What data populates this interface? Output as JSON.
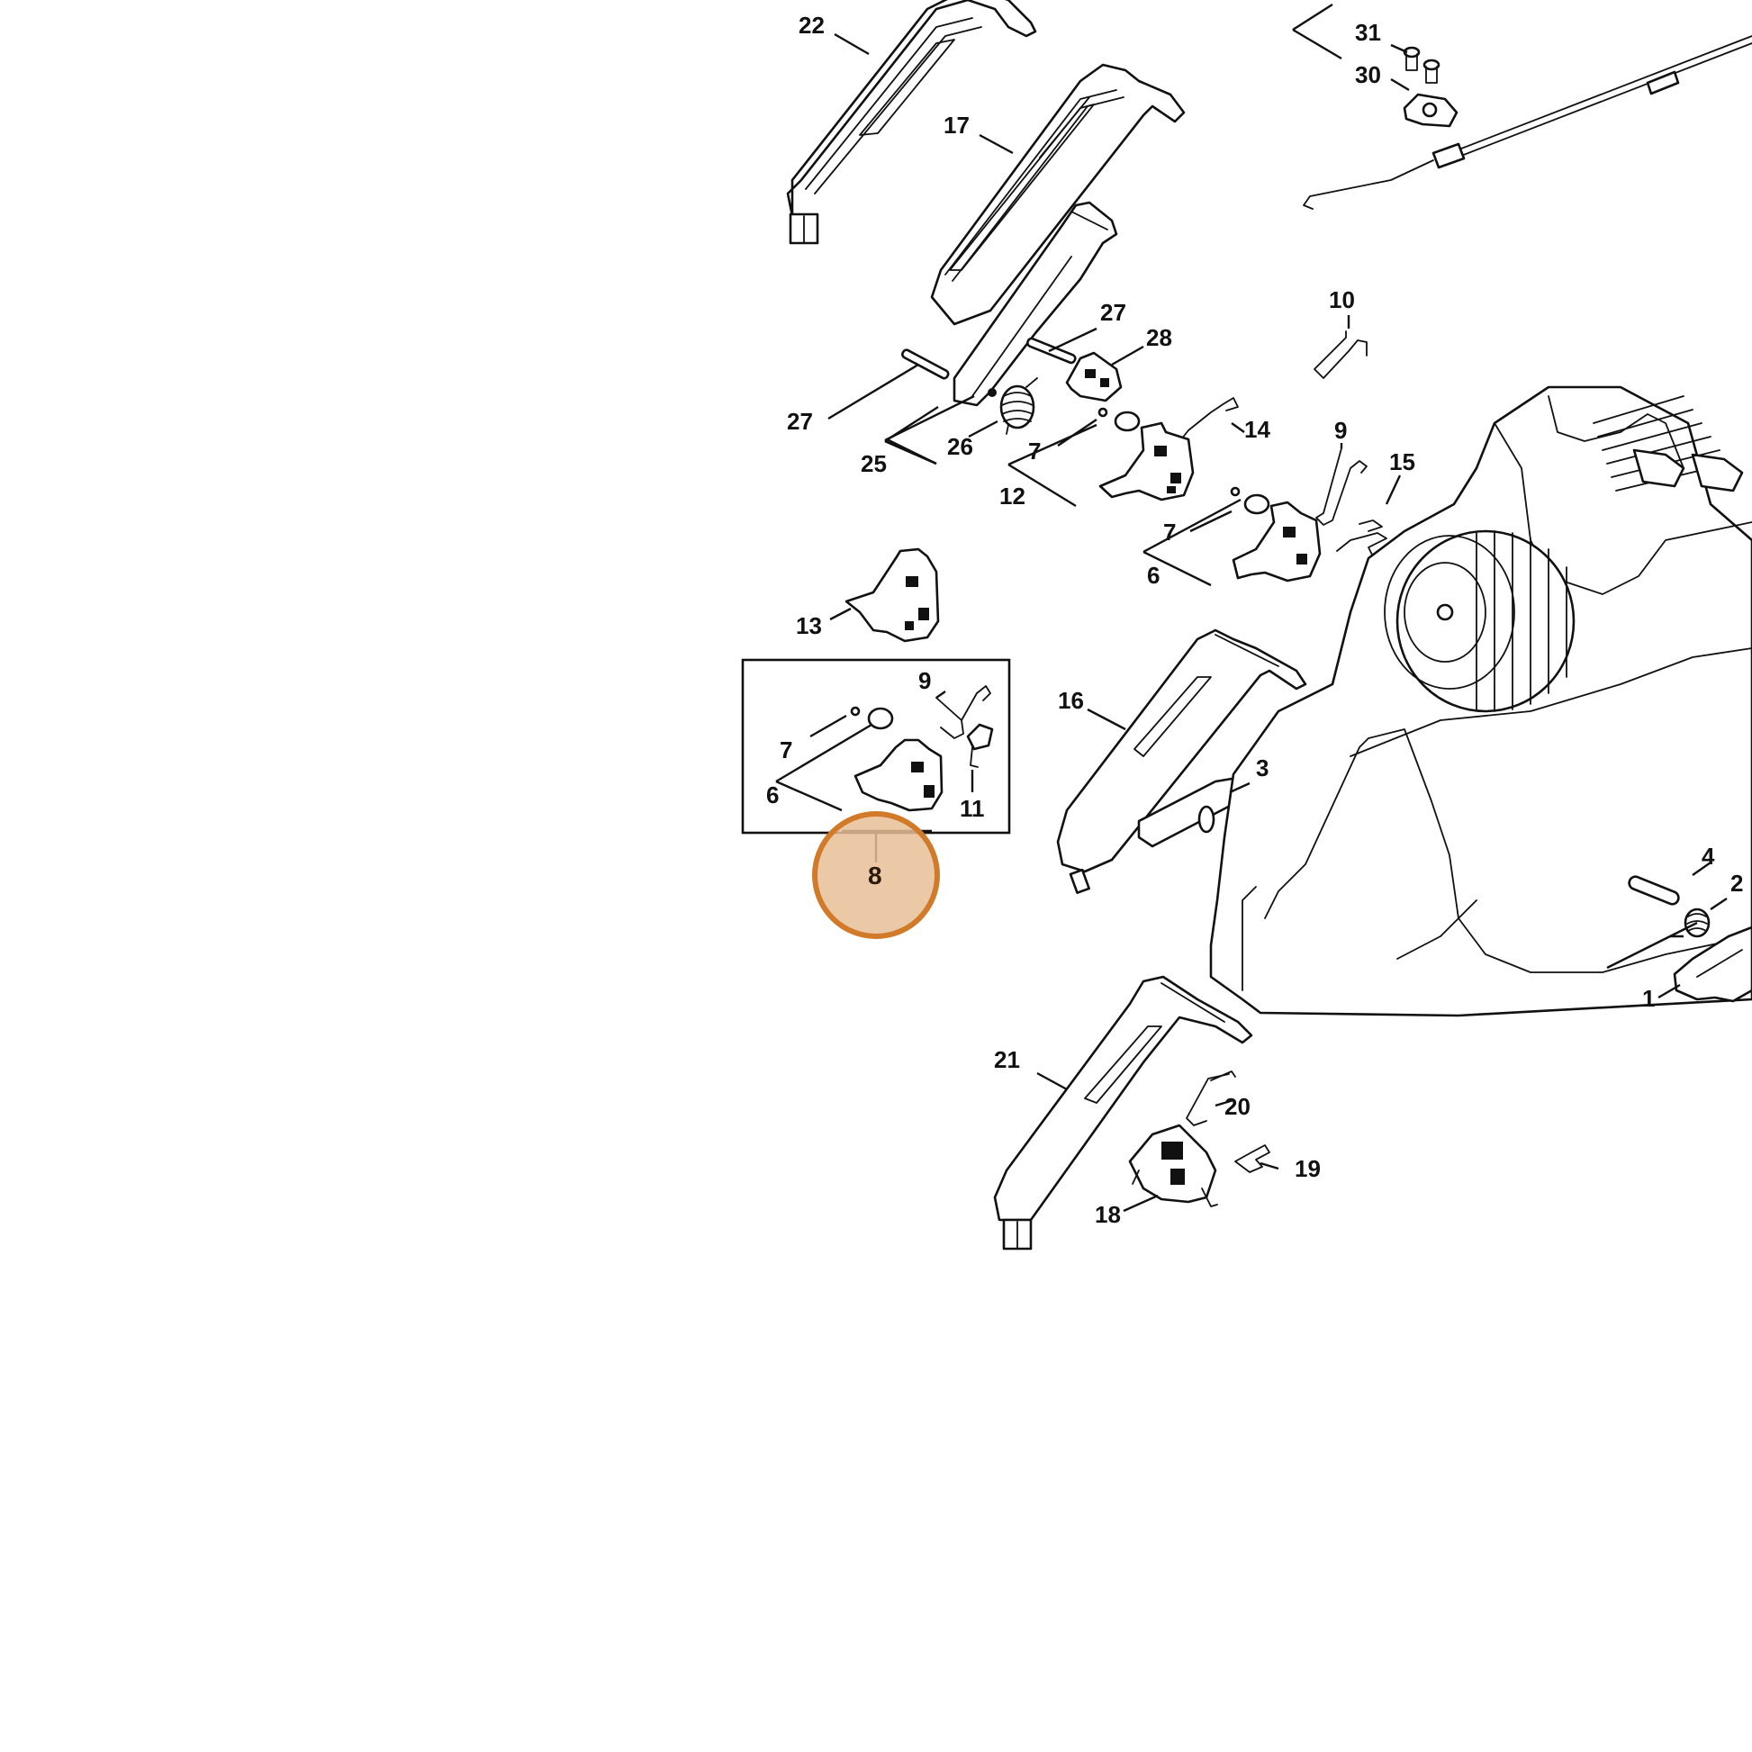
{
  "diagram": {
    "labels": [
      "22",
      "17",
      "31",
      "30",
      "27",
      "28",
      "10",
      "27",
      "25",
      "26",
      "14",
      "7",
      "12",
      "9",
      "15",
      "7",
      "6",
      "13",
      "9",
      "7",
      "6",
      "11",
      "8",
      "16",
      "3",
      "4",
      "2",
      "1",
      "21",
      "20",
      "19",
      "18"
    ]
  },
  "highlight": {
    "label": "8",
    "color": "#d07a2a"
  }
}
